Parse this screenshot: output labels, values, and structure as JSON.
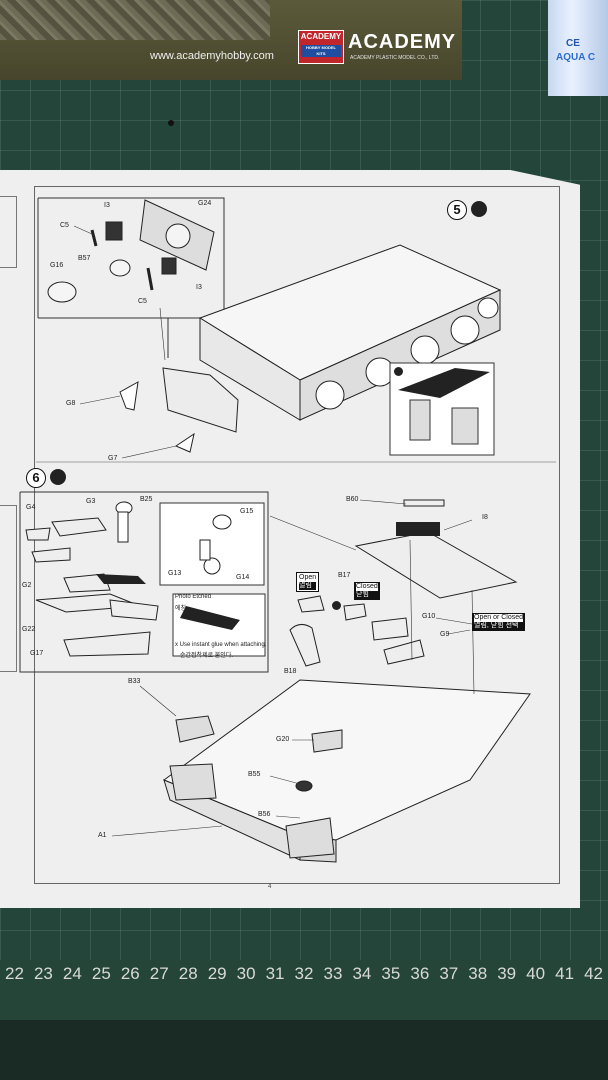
{
  "box": {
    "url": "www.academyhobby.com",
    "logo_small": "ACADEMY",
    "logo_small_sub": "HOBBY MODEL KITS",
    "brand": "ACADEMY",
    "brand_sub": "ACADEMY PLASTIC MODEL CO., LTD."
  },
  "paint_can": {
    "ce": "CE",
    "label": "AQUA C"
  },
  "instructions": {
    "step5": "5",
    "step6": "6",
    "page_number": "4",
    "labels_step5": [
      "C5",
      "I3",
      "G24",
      "B57",
      "G16",
      "C5",
      "I3",
      "G8",
      "G7"
    ],
    "labels_step6": [
      "G4",
      "G3",
      "B25",
      "G15",
      "G2",
      "G13",
      "G14",
      "G22",
      "G17",
      "B60",
      "I8",
      "B17",
      "G10",
      "G9",
      "B18",
      "B33",
      "G20",
      "B55",
      "B56",
      "A1"
    ],
    "photo_etched": "Photo Etched",
    "photo_etched_kr": "에칭",
    "glue_note": "x Use instant glue when attaching.",
    "glue_note_kr": "순간접착제로 붙인다.",
    "open_label": "Open",
    "open_kr": "열림",
    "closed_label": "Closed",
    "closed_kr": "닫힘",
    "open_or_closed": "Open or Closed",
    "open_or_closed_kr": "열림, 닫힘 선택"
  },
  "ruler": [
    "22",
    "23",
    "24",
    "25",
    "26",
    "27",
    "28",
    "29",
    "30",
    "31",
    "32",
    "33",
    "34",
    "35",
    "36",
    "37",
    "38",
    "39",
    "40",
    "41",
    "42"
  ]
}
